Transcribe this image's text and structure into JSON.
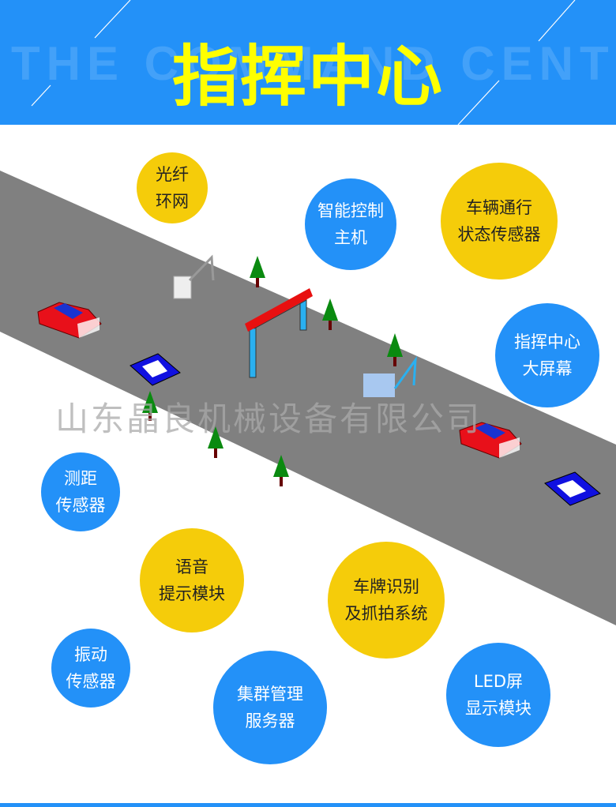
{
  "header": {
    "title": "指挥中心",
    "background_text": "THE COMMAND CENTER"
  },
  "watermark": "山东晶良机械设备有限公司",
  "colors": {
    "blue": "#2391f8",
    "yellow": "#f5cc0a",
    "title": "#ffff00",
    "road": "#808080"
  },
  "nodes": [
    {
      "label": "光纤\n环网",
      "color": "yellow"
    },
    {
      "label": "智能控制\n主机",
      "color": "blue"
    },
    {
      "label": "车辆通行\n状态传感器",
      "color": "yellow"
    },
    {
      "label": "指挥中心\n大屏幕",
      "color": "blue"
    },
    {
      "label": "测距\n传感器",
      "color": "blue"
    },
    {
      "label": "语音\n提示模块",
      "color": "yellow"
    },
    {
      "label": "车牌识别\n及抓拍系统",
      "color": "yellow"
    },
    {
      "label": "振动\n传感器",
      "color": "blue"
    },
    {
      "label": "集群管理\n服务器",
      "color": "blue"
    },
    {
      "label": "LED屏\n显示模块",
      "color": "blue"
    }
  ]
}
